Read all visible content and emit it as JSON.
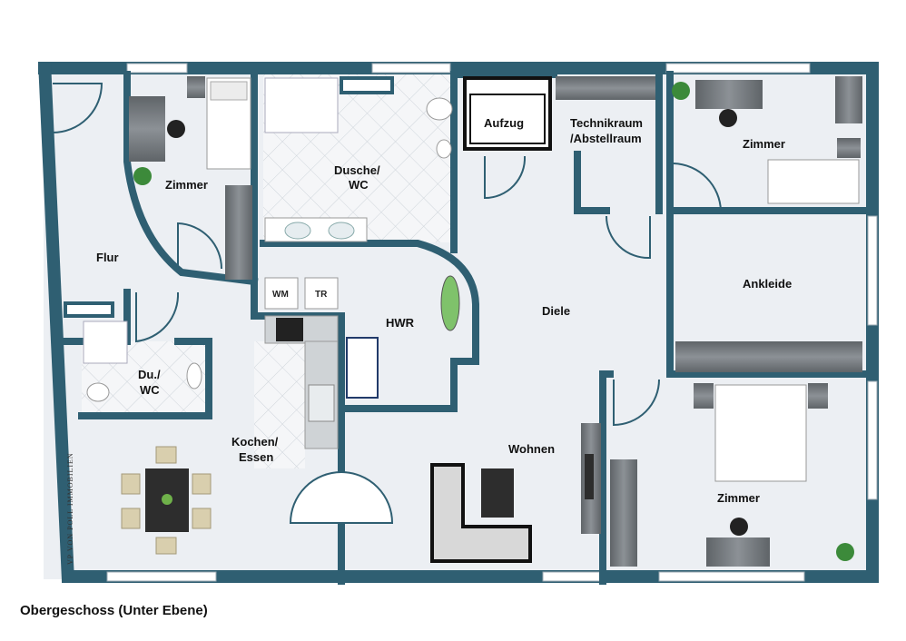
{
  "rooms": {
    "flur": "Flur",
    "zimmer_small": "Zimmer",
    "dusche_line1": "Dusche/",
    "dusche_line2": "WC",
    "aufzug": "Aufzug",
    "technik_line1": "Technikraum",
    "technik_line2": "/Abstellraum",
    "zimmer_topright": "Zimmer",
    "ankleide": "Ankleide",
    "hwr": "HWR",
    "diele": "Diele",
    "du_line1": "Du./",
    "du_line2": "WC",
    "kochen_line1": "Kochen/",
    "kochen_line2": "Essen",
    "wohnen": "Wohnen",
    "zimmer_bottomright": "Zimmer"
  },
  "appliances": {
    "washer": "WM",
    "dryer": "TR"
  },
  "logo": "VP VON POLL IMMOBILIEN",
  "caption": "Obergeschoss (Unter Ebene)",
  "colors": {
    "wall": "#2f5f72",
    "floor": "#eceff3",
    "tile": "#f4f6f8",
    "furniture": "#6f7478"
  }
}
